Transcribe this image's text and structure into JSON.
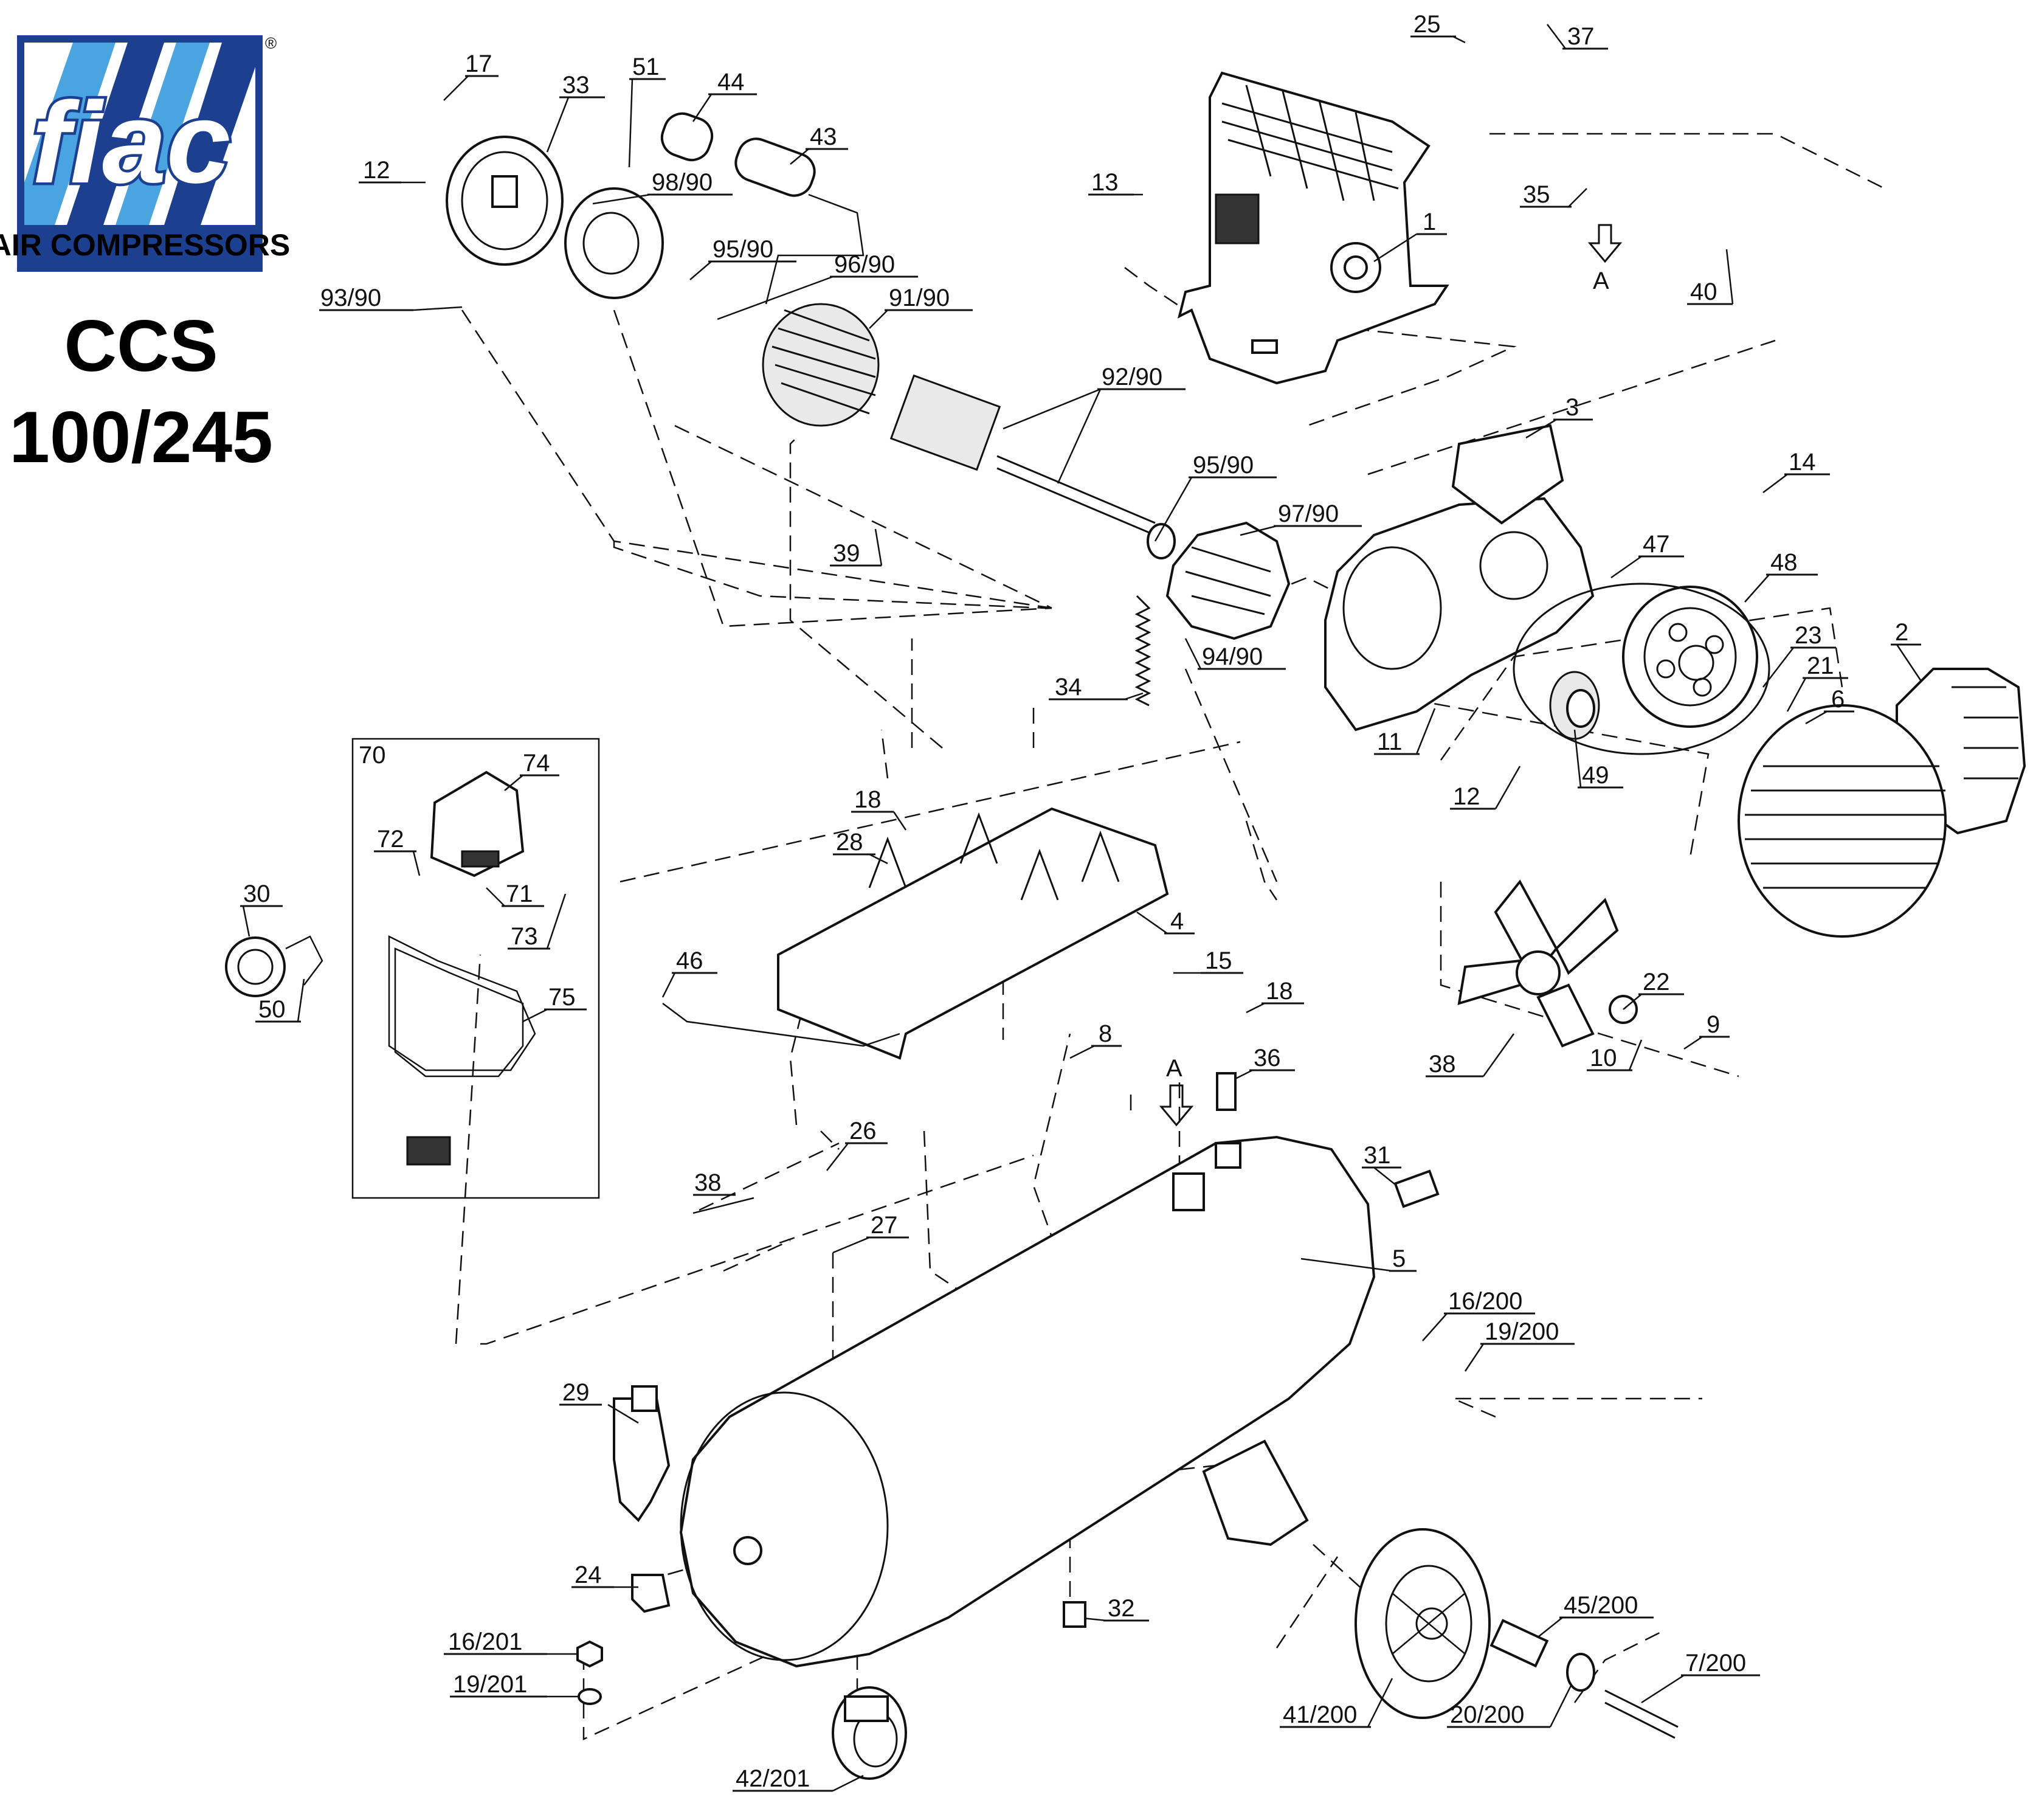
{
  "brand": {
    "logo_word": "fiac",
    "tagline": "AIR COMPRESSORS",
    "registered": "®",
    "colors": {
      "navy": "#1d3f8f",
      "light_blue": "#49a4e0",
      "white": "#ffffff"
    }
  },
  "model": {
    "line1": "CCS",
    "line2": "100/245"
  },
  "parts": [
    {
      "id": "p17",
      "label": "17"
    },
    {
      "id": "p33",
      "label": "33"
    },
    {
      "id": "p51",
      "label": "51"
    },
    {
      "id": "p44",
      "label": "44"
    },
    {
      "id": "p43",
      "label": "43"
    },
    {
      "id": "p12a",
      "label": "12"
    },
    {
      "id": "p98_90",
      "label": "98/90"
    },
    {
      "id": "p95_90a",
      "label": "95/90"
    },
    {
      "id": "p96_90",
      "label": "96/90"
    },
    {
      "id": "p91_90",
      "label": "91/90"
    },
    {
      "id": "p93_90",
      "label": "93/90"
    },
    {
      "id": "p92_90",
      "label": "92/90"
    },
    {
      "id": "p25",
      "label": "25"
    },
    {
      "id": "p37",
      "label": "37"
    },
    {
      "id": "p13",
      "label": "13"
    },
    {
      "id": "p35",
      "label": "35"
    },
    {
      "id": "p1",
      "label": "1"
    },
    {
      "id": "p40",
      "label": "40"
    },
    {
      "id": "pA_top",
      "label": "A"
    },
    {
      "id": "p3",
      "label": "3"
    },
    {
      "id": "p14",
      "label": "14"
    },
    {
      "id": "p95_90b",
      "label": "95/90"
    },
    {
      "id": "p97_90",
      "label": "97/90"
    },
    {
      "id": "p39",
      "label": "39"
    },
    {
      "id": "p47",
      "label": "47"
    },
    {
      "id": "p48",
      "label": "48"
    },
    {
      "id": "p34",
      "label": "34"
    },
    {
      "id": "p94_90",
      "label": "94/90"
    },
    {
      "id": "p23",
      "label": "23"
    },
    {
      "id": "p2",
      "label": "2"
    },
    {
      "id": "p21",
      "label": "21"
    },
    {
      "id": "p6",
      "label": "6"
    },
    {
      "id": "p11",
      "label": "11"
    },
    {
      "id": "p49",
      "label": "49"
    },
    {
      "id": "p12b",
      "label": "12"
    },
    {
      "id": "p70",
      "label": "70"
    },
    {
      "id": "p74",
      "label": "74"
    },
    {
      "id": "p72",
      "label": "72"
    },
    {
      "id": "p71",
      "label": "71"
    },
    {
      "id": "p73",
      "label": "73"
    },
    {
      "id": "p30",
      "label": "30"
    },
    {
      "id": "p50",
      "label": "50"
    },
    {
      "id": "p75",
      "label": "75"
    },
    {
      "id": "p18a",
      "label": "18"
    },
    {
      "id": "p28",
      "label": "28"
    },
    {
      "id": "p4",
      "label": "4"
    },
    {
      "id": "p15",
      "label": "15"
    },
    {
      "id": "p18b",
      "label": "18"
    },
    {
      "id": "p46",
      "label": "46"
    },
    {
      "id": "p8",
      "label": "8"
    },
    {
      "id": "p22",
      "label": "22"
    },
    {
      "id": "p9",
      "label": "9"
    },
    {
      "id": "p10",
      "label": "10"
    },
    {
      "id": "p38a",
      "label": "38"
    },
    {
      "id": "pA_mid",
      "label": "A"
    },
    {
      "id": "p36",
      "label": "36"
    },
    {
      "id": "p26",
      "label": "26"
    },
    {
      "id": "p31",
      "label": "31"
    },
    {
      "id": "p38b",
      "label": "38"
    },
    {
      "id": "p27",
      "label": "27"
    },
    {
      "id": "p5",
      "label": "5"
    },
    {
      "id": "p16_200",
      "label": "16/200"
    },
    {
      "id": "p19_200",
      "label": "19/200"
    },
    {
      "id": "p29",
      "label": "29"
    },
    {
      "id": "p24",
      "label": "24"
    },
    {
      "id": "p32",
      "label": "32"
    },
    {
      "id": "p45_200",
      "label": "45/200"
    },
    {
      "id": "p7_200",
      "label": "7/200"
    },
    {
      "id": "p16_201",
      "label": "16/201"
    },
    {
      "id": "p19_201",
      "label": "19/201"
    },
    {
      "id": "p41_200",
      "label": "41/200"
    },
    {
      "id": "p20_200",
      "label": "20/200"
    },
    {
      "id": "p42_201",
      "label": "42/201"
    }
  ]
}
